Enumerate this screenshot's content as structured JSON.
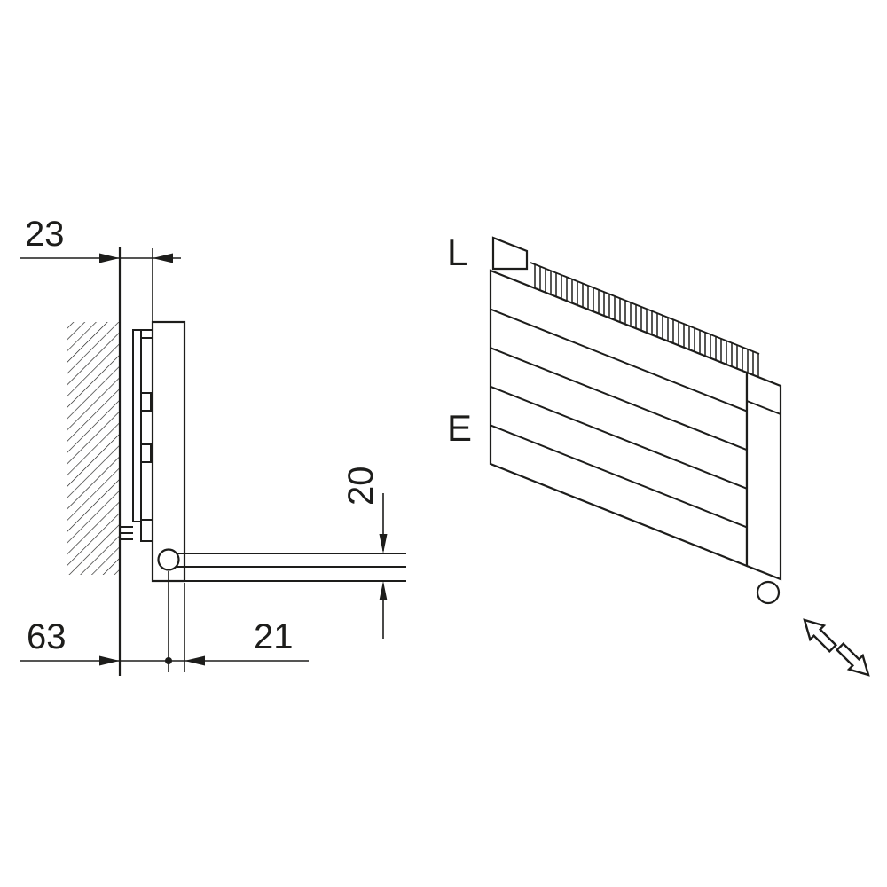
{
  "page": {
    "background_color": "#ffffff",
    "ink_color": "#1d1d1b"
  },
  "side_view": {
    "dim_wall_gap": "23",
    "dim_connection_drop": "20",
    "dim_wall_to_pipe_axis": "63",
    "dim_pipe_axis_to_front": "21"
  },
  "iso_view": {
    "label_top": "L",
    "label_left": "E"
  },
  "icons": {
    "flow_direction": "double-diagonal-arrows"
  }
}
